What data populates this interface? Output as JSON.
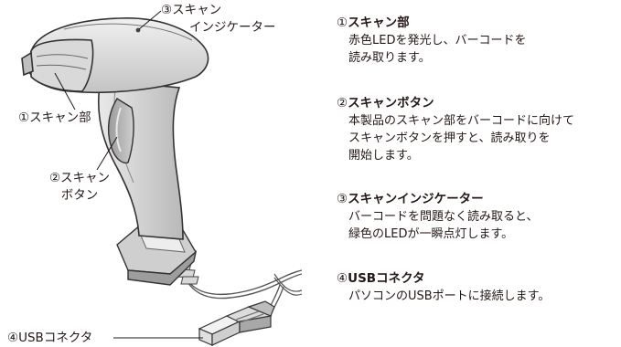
{
  "callouts": {
    "scan_indicator_line1": "③スキャン",
    "scan_indicator_line2": "インジケーター",
    "scan_section": "①スキャン部",
    "scan_button_line1": "②スキャン",
    "scan_button_line2": "ボタン",
    "usb_connector": "④USBコネクタ"
  },
  "descriptions": [
    {
      "number": "①",
      "title": "スキャン部",
      "lines": [
        "赤色LEDを発光し、バーコードを",
        "読み取ります。"
      ]
    },
    {
      "number": "②",
      "title": "スキャンボタン",
      "lines": [
        "本製品のスキャン部をバーコードに向けて",
        "スキャンボタンを押すと、読み取りを",
        "開始します。"
      ]
    },
    {
      "number": "③",
      "title": "スキャンインジケーター",
      "lines": [
        "バーコードを問題なく読み取ると、",
        "緑色のLEDが一瞬点灯します。"
      ]
    },
    {
      "number": "④",
      "title": "USBコネクタ",
      "lines": [
        "パソコンのUSBポートに接続します。"
      ]
    }
  ]
}
